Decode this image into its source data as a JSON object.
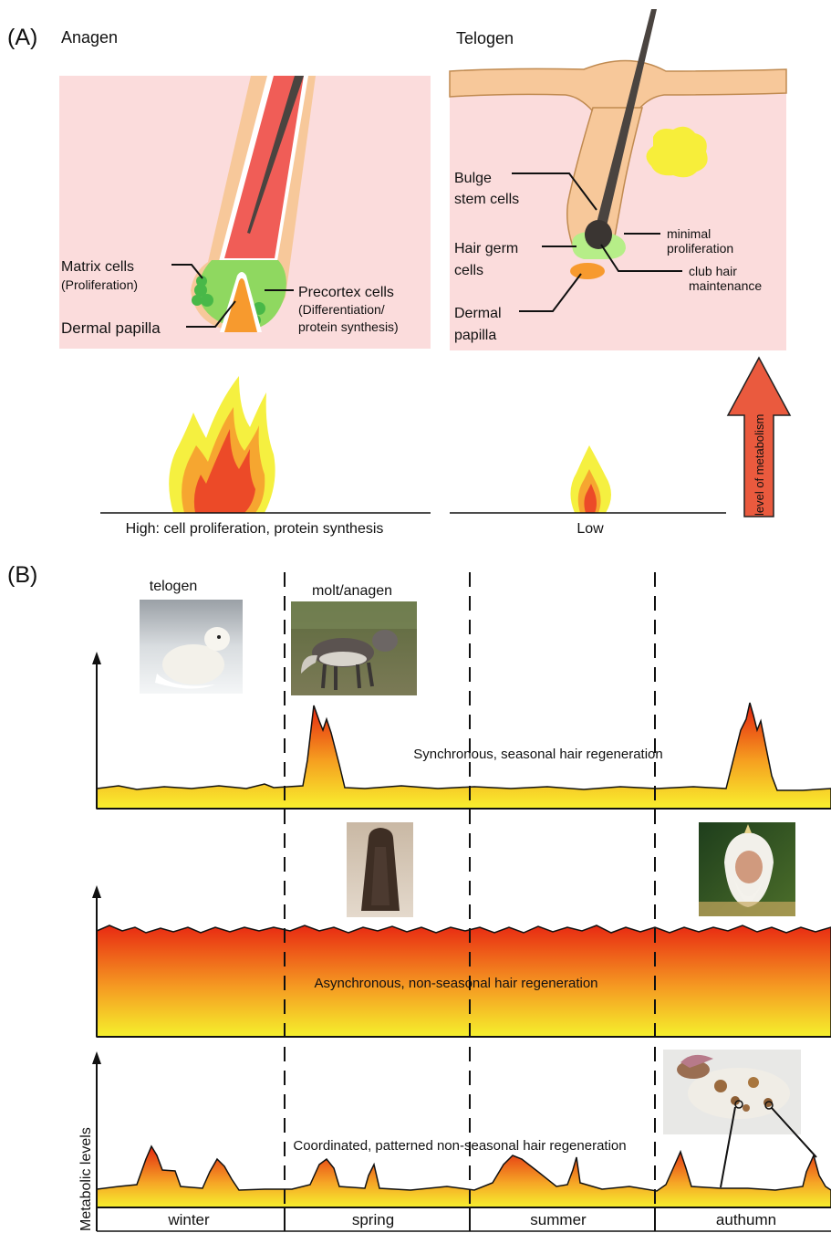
{
  "panel_a": {
    "label": "(A)",
    "anagen": {
      "title": "Anagen",
      "matrix_cells": "Matrix cells",
      "matrix_sub": "(Proliferation)",
      "dermal_papilla": "Dermal papilla",
      "precortex": "Precortex cells",
      "precortex_sub1": "(Differentiation/",
      "precortex_sub2": "protein synthesis)",
      "flame_caption": "High: cell proliferation, protein synthesis"
    },
    "telogen": {
      "title": "Telogen",
      "bulge1": "Bulge",
      "bulge2": "stem cells",
      "germ1": "Hair germ",
      "germ2": "cells",
      "papilla1": "Dermal",
      "papilla2": "papilla",
      "minimal1": "minimal",
      "minimal2": "proliferation",
      "club1": "club hair",
      "club2": "maintenance",
      "flame_caption": "Low"
    },
    "arrow_label": "level of metabolism"
  },
  "panel_b": {
    "label": "(B)",
    "telogen_label": "telogen",
    "molt_label": "molt/anagen",
    "row1_caption": "Synchronous, seasonal hair regeneration",
    "row2_caption": "Asynchronous, non-seasonal hair regeneration",
    "row3_caption": "Coordinated, patterned non-seasonal hair regeneration",
    "y_label": "Metabolic levels",
    "seasons": [
      "winter",
      "spring",
      "summer",
      "authumn"
    ]
  },
  "colors": {
    "skin_bg": "#fbdcdc",
    "skin_tan": "#f7c89a",
    "hair_red": "#f05d57",
    "hair_shaft": "#4a4440",
    "green": "#8fd860",
    "orange": "#f79a2e",
    "yellow": "#f5ee3a",
    "red": "#ec3a1e",
    "arrow": "#ea5a3e"
  }
}
